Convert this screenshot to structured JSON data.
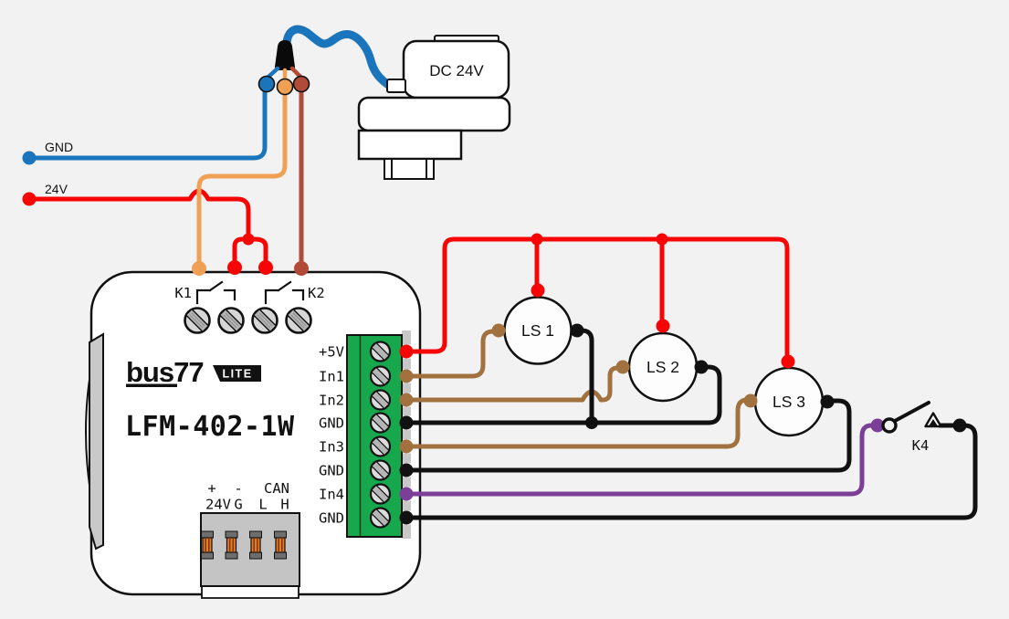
{
  "inputs": {
    "gnd": "GND",
    "v24": "24V"
  },
  "actuator": {
    "label": "DC 24V"
  },
  "module": {
    "brand": "bus77",
    "brand_badge": "LITE",
    "model": "LFM-402-1W",
    "relay_left": "K1",
    "relay_right": "K2",
    "bottom_row1": {
      "plus": "+",
      "minus": "-",
      "can": "CAN"
    },
    "bottom_row2": {
      "v24": "24V",
      "g": "G",
      "l": "L",
      "h": "H"
    },
    "right_terminals": [
      "+5V",
      "In1",
      "In2",
      "GND",
      "In3",
      "GND",
      "In4",
      "GND"
    ]
  },
  "limit_switches": {
    "ls1": "LS 1",
    "ls2": "LS 2",
    "ls3": "LS 3"
  },
  "switch_k4": "K4",
  "colors": {
    "bg": "#f2f2f2",
    "line": "#111111",
    "red": "#f70505",
    "blue": "#1b75bc",
    "orange": "#f0a055",
    "rust": "#b14a37",
    "brown": "#a1713f",
    "purple": "#7b3f98",
    "green": "#17a84e",
    "module_fill": "#ffffff",
    "gray": "#c9c9c9",
    "slot_orange": "#e87a22"
  }
}
